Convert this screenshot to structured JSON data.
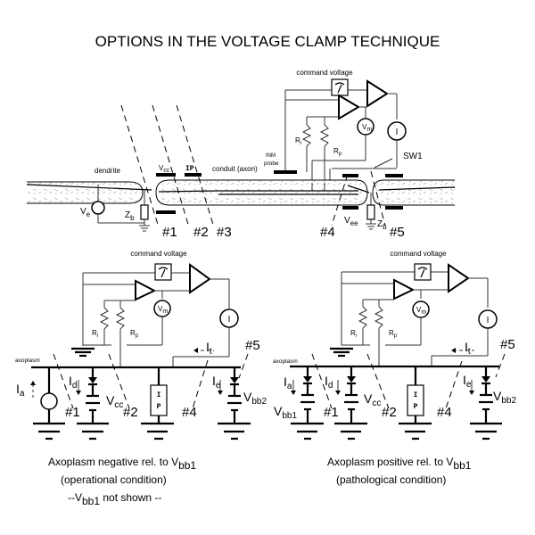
{
  "title": "OPTIONS IN THE VOLTAGE CLAMP TECHNIQUE",
  "top_diagram": {
    "command_voltage": "command voltage",
    "labels": {
      "dendrite": "dendrite",
      "conduit": "conduit (axon)",
      "inm_probe_1": "INM",
      "inm_probe_2": "probe",
      "sw1": "SW1",
      "ve": "V",
      "ve_sub": "e",
      "zb": "Z",
      "zb_sub": "b",
      "zb2": "Z",
      "zb2_sub": "b",
      "vcc": "V",
      "vcc_sub": "cc",
      "vee": "V",
      "vee_sub": "ee",
      "ip": "IP",
      "ri": "R",
      "ri_sub": "i",
      "rp": "R",
      "rp_sub": "p",
      "vm": "V",
      "vm_sub": "m",
      "i_meter": "I"
    },
    "markers": [
      "#1",
      "#2",
      "#3",
      "#4",
      "#5"
    ]
  },
  "left_diagram": {
    "command_voltage": "command voltage",
    "axoplasm": "axoplasm",
    "labels": {
      "ia": "I",
      "ia_sub": "a",
      "id": "I",
      "id_sub": "d",
      "ie": "I",
      "ie_sub": "e",
      "it": "I",
      "it_sub": "t",
      "vcc": "V",
      "vcc_sub": "cc",
      "vbb2": "V",
      "vbb2_sub": "bb2",
      "ri": "R",
      "ri_sub": "i",
      "rp": "R",
      "rp_sub": "p",
      "vm": "V",
      "vm_sub": "m",
      "i_meter": "I",
      "ip_1": "I",
      "ip_2": "P"
    },
    "markers": [
      "#1",
      "#2",
      "#4",
      "#5"
    ],
    "caption_line1": "Axoplasm negative rel. to V",
    "caption_line1_sub": "bb1",
    "caption_line2": "(operational condition)",
    "caption_line3_pre": "--V",
    "caption_line3_sub": "bb1",
    "caption_line3_post": " not shown --"
  },
  "right_diagram": {
    "command_voltage": "command voltage",
    "axoplasm": "axoplasm",
    "labels": {
      "ia": "I",
      "ia_sub": "a",
      "id": "I",
      "id_sub": "d",
      "ie": "I",
      "ie_sub": "e",
      "it": "I",
      "it_sub": "t",
      "vcc": "V",
      "vcc_sub": "cc",
      "vbb1": "V",
      "vbb1_sub": "bb1",
      "vbb2": "V",
      "vbb2_sub": "bb2",
      "ri": "R",
      "ri_sub": "i",
      "rp": "R",
      "rp_sub": "p",
      "vm": "V",
      "vm_sub": "m",
      "i_meter": "I",
      "ip_1": "I",
      "ip_2": "P"
    },
    "markers": [
      "#1",
      "#2",
      "#4",
      "#5"
    ],
    "caption_line1": "Axoplasm positive rel.  to V",
    "caption_line1_sub": "bb1",
    "caption_line2": "(pathological condition)"
  }
}
